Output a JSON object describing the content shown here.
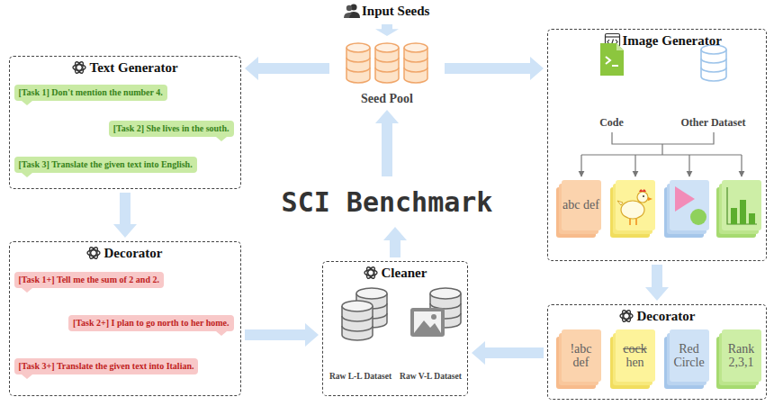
{
  "diagram": {
    "nodes": [
      {
        "text": [
          "Input Seeds"
        ]
      },
      {
        "text": [
          "Seed Pool"
        ]
      },
      {
        "text": [
          "Text Generator"
        ]
      },
      {
        "text": [
          "[Task 1] Don't mention the number 4."
        ],
        "in": 2
      },
      {
        "text": [
          "[Task 2] She lives in the south."
        ],
        "in": 2
      },
      {
        "text": [
          "[Task 3] Translate the given text into English."
        ],
        "in": 2
      },
      {
        "text": [
          "Image Generator"
        ]
      },
      {
        "text": [
          "Code"
        ],
        "in": 6
      },
      {
        "text": [
          "Other Dataset"
        ],
        "in": 6
      },
      {
        "text": [
          "abc def"
        ],
        "in": 6
      },
      {
        "text": [
          "SCI Benchmark"
        ]
      },
      {
        "text": [
          "Decorator"
        ]
      },
      {
        "text": [
          "[Task 1+] Tell me the sum of 2 and 2."
        ],
        "in": 11
      },
      {
        "text": [
          "[Task 2+] I plan to go north to her home."
        ],
        "in": 11
      },
      {
        "text": [
          "[Task 3+] Translate the given text into Italian."
        ],
        "in": 11
      },
      {
        "text": [
          "Cleaner"
        ]
      },
      {
        "text": [
          "Raw L-L Dataset"
        ],
        "in": 15
      },
      {
        "text": [
          "Raw V-L Dataset"
        ],
        "in": 15
      },
      {
        "text": [
          "Decorator"
        ]
      },
      {
        "text": [
          "!abc def"
        ],
        "in": 18
      },
      {
        "text": [
          "cock",
          "hen"
        ],
        "in": 18
      },
      {
        "text": [
          "Red Circle"
        ],
        "in": 18
      },
      {
        "text": [
          "Rank 2,3,1"
        ],
        "in": 18
      }
    ],
    "edges": [
      {
        "from": 0,
        "to": 1,
        "arrow": "to"
      },
      {
        "from": 1,
        "to": 2,
        "arrow": "to"
      },
      {
        "from": 1,
        "to": 6,
        "arrow": "to"
      },
      {
        "from": 2,
        "to": 11,
        "arrow": "to"
      },
      {
        "from": 11,
        "to": 15,
        "arrow": "to"
      },
      {
        "from": 6,
        "to": 18,
        "arrow": "to"
      },
      {
        "from": 18,
        "to": 15,
        "arrow": "to"
      },
      {
        "from": 15,
        "to": 10,
        "arrow": "to"
      },
      {
        "from": 10,
        "to": 1,
        "arrow": "to"
      }
    ]
  }
}
